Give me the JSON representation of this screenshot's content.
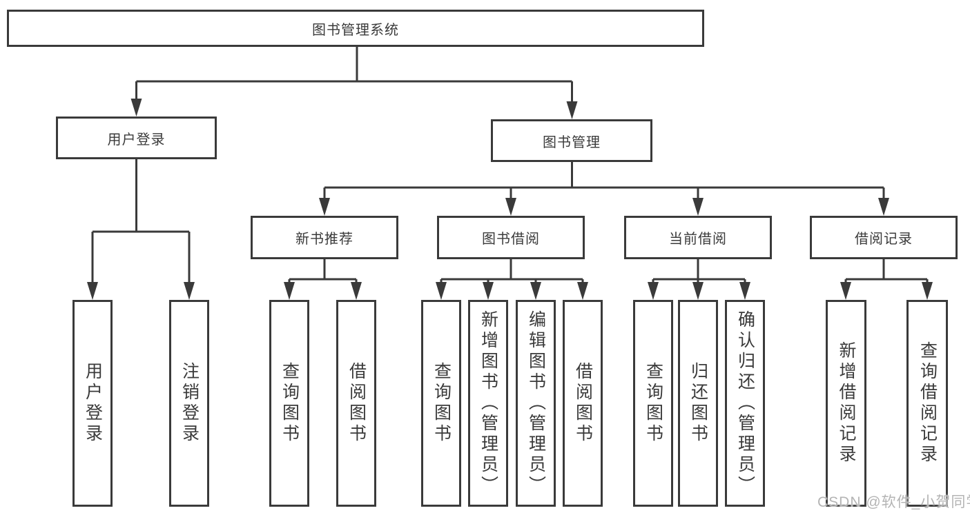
{
  "diagram": {
    "type": "hierarchy-structure-chart",
    "tree": {
      "label": "图书管理系统",
      "children": [
        {
          "label": "用户登录",
          "children": [
            {
              "label": "用户登录"
            },
            {
              "label": "注销登录"
            }
          ]
        },
        {
          "label": "图书管理",
          "children": [
            {
              "label": "新书推荐",
              "children": [
                {
                  "label": "查询图书"
                },
                {
                  "label": "借阅图书"
                }
              ]
            },
            {
              "label": "图书借阅",
              "children": [
                {
                  "label": "查询图书"
                },
                {
                  "label": "新增图书（管理员）"
                },
                {
                  "label": "编辑图书（管理员）"
                },
                {
                  "label": "借阅图书"
                }
              ]
            },
            {
              "label": "当前借阅",
              "children": [
                {
                  "label": "查询图书"
                },
                {
                  "label": "归还图书"
                },
                {
                  "label": "确认归还（管理员）"
                }
              ]
            },
            {
              "label": "借阅记录",
              "children": [
                {
                  "label": "新增借阅记录"
                },
                {
                  "label": "查询借阅记录"
                }
              ]
            }
          ]
        }
      ]
    },
    "colors": {
      "line": "#3a3a3a",
      "text": "#3a3a3a",
      "background": "#ffffff",
      "watermark": "#b4b4b4"
    }
  },
  "watermark": {
    "text": "CSDN @软件_小贺同学"
  }
}
